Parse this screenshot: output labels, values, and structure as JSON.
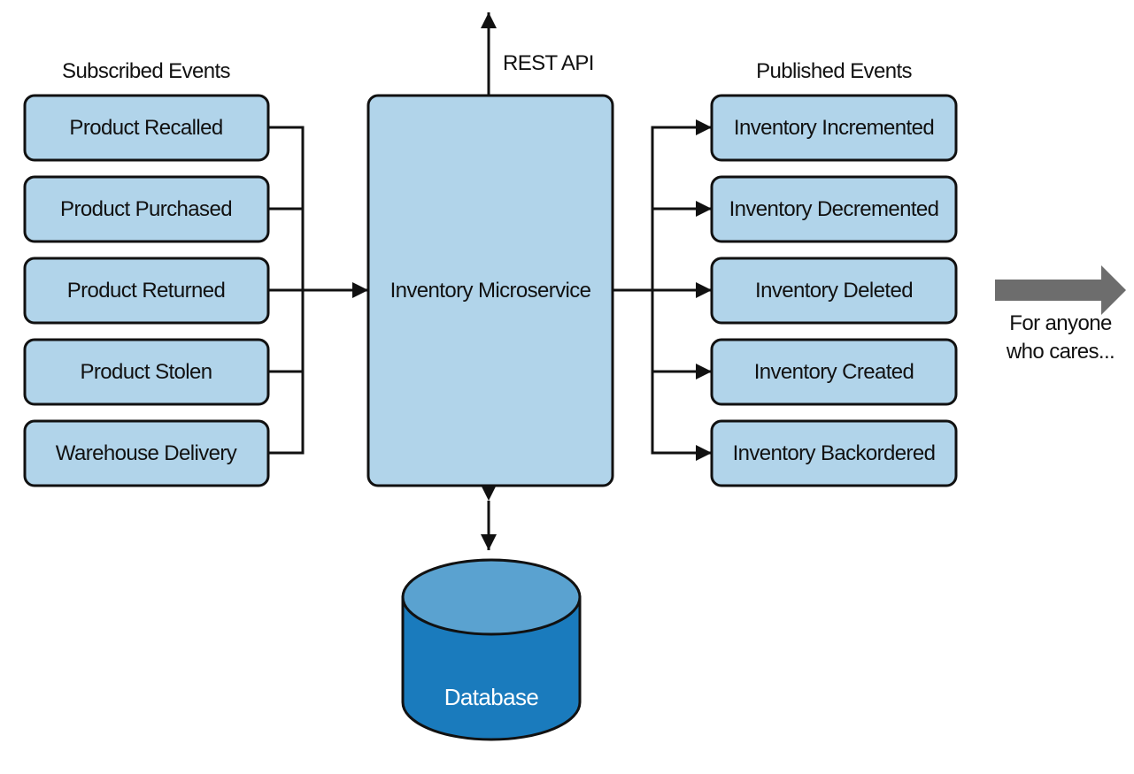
{
  "colors": {
    "box_fill": "#b1d4ea",
    "box_stroke": "#111111",
    "connector": "#111111",
    "db_top": "#5aa2d0",
    "db_body": "#1a7bbd",
    "outflow_arrow": "#6d6d6d"
  },
  "subscribed": {
    "heading": "Subscribed Events",
    "items": [
      "Product Recalled",
      "Product Purchased",
      "Product Returned",
      "Product Stolen",
      "Warehouse Delivery"
    ]
  },
  "service": {
    "label": "Inventory Microservice",
    "api_label": "REST API"
  },
  "published": {
    "heading": "Published Events",
    "items": [
      "Inventory Incremented",
      "Inventory Decremented",
      "Inventory Deleted",
      "Inventory Created",
      "Inventory Backordered"
    ]
  },
  "database": {
    "label": "Database"
  },
  "audience": {
    "line1": "For anyone",
    "line2": "who cares..."
  }
}
